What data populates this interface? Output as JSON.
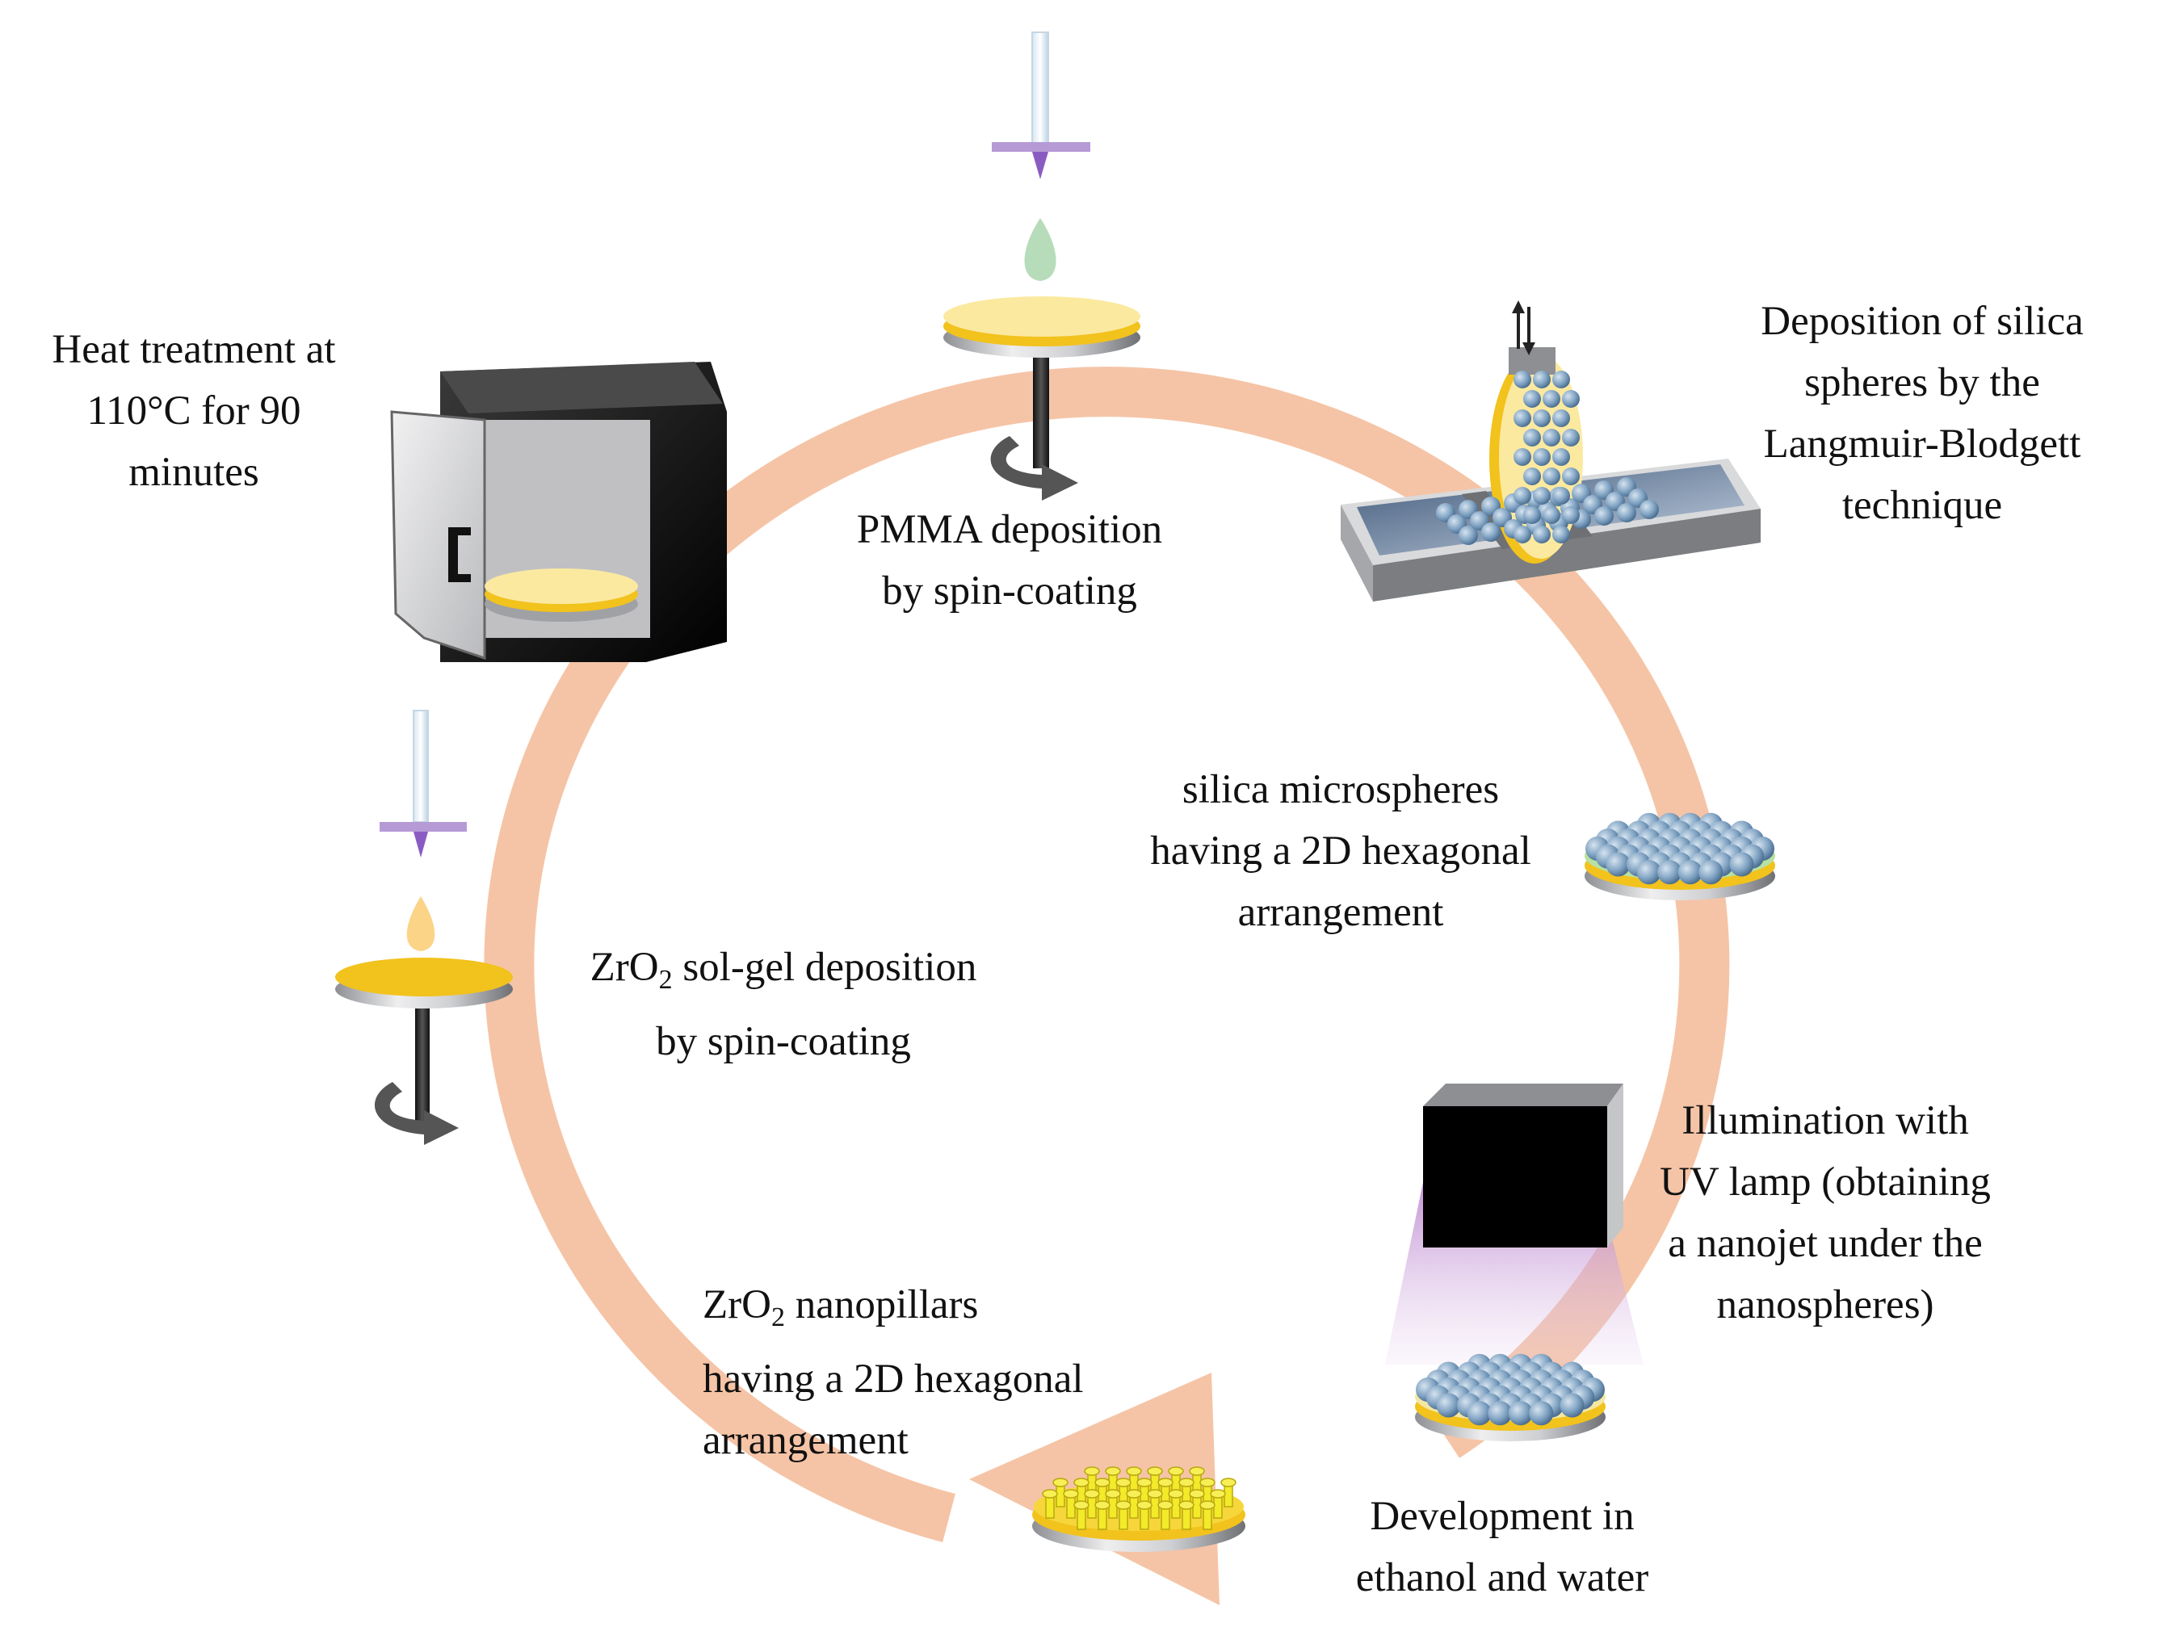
{
  "labels": {
    "heat_treatment": [
      "Heat treatment at",
      "110°C for 90",
      "minutes"
    ],
    "pmma": [
      "PMMA deposition",
      "by spin-coating"
    ],
    "langmuir": [
      "Deposition of silica",
      "spheres by the",
      "Langmuir-Blodgett",
      "technique"
    ],
    "silica_micro": [
      "silica microspheres",
      "having a 2D hexagonal",
      "arrangement"
    ],
    "zro2_solgel": {
      "prefix": "ZrO",
      "sub": "2",
      "rest": " sol-gel deposition",
      "line2": "by spin-coating"
    },
    "uv": [
      "Illumination with",
      "UV lamp (obtaining",
      "a nanojet under the",
      "nanospheres)"
    ],
    "nanopillars": {
      "prefix": "ZrO",
      "sub": "2",
      "rest": " nanopillars",
      "line2": "having a 2D hexagonal",
      "line3": "arrangement"
    },
    "development": [
      "Development in",
      "ethanol and water"
    ]
  },
  "colors": {
    "cycle_arrow": "#f5c4a6",
    "wafer_top": "#fbe9a0",
    "gold_layer": "#f2c21d",
    "sphere": "#8fb0cd",
    "pillar": "#f3ea2a",
    "uv_light": "#c69ad6"
  }
}
